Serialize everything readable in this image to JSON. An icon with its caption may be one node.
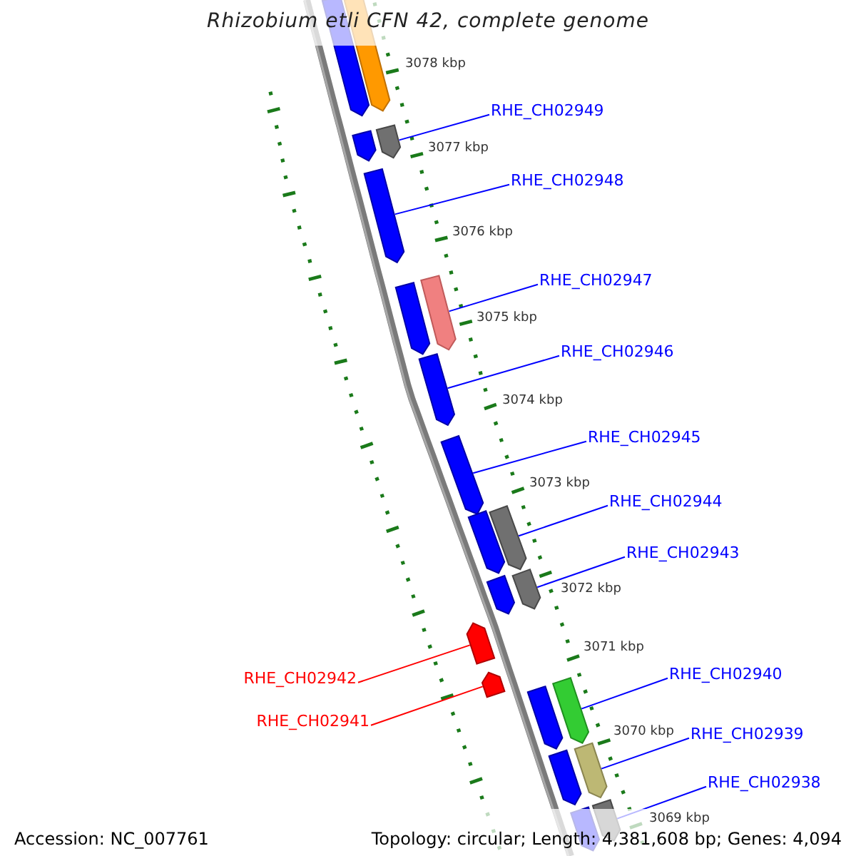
{
  "diagram": {
    "title": "Rhizobium etli CFN 42, complete genome",
    "nodes": [
      {
        "text": [
          "RHE_CH02949"
        ]
      },
      {
        "text": [],
        "shape": "arrow"
      },
      {
        "text": [
          "RHE_CH02948"
        ]
      },
      {
        "text": [],
        "shape": "arrow"
      },
      {
        "text": [
          "RHE_CH02947"
        ]
      },
      {
        "text": [],
        "shape": "arrow"
      },
      {
        "text": [
          "RHE_CH02946"
        ]
      },
      {
        "text": [],
        "shape": "arrow"
      },
      {
        "text": [
          "RHE_CH02945"
        ]
      },
      {
        "text": [],
        "shape": "arrow"
      },
      {
        "text": [
          "RHE_CH02944"
        ]
      },
      {
        "text": [],
        "shape": "arrow"
      },
      {
        "text": [
          "RHE_CH02943"
        ]
      },
      {
        "text": [],
        "shape": "arrow"
      },
      {
        "text": [
          "RHE_CH02942"
        ]
      },
      {
        "text": [],
        "shape": "arrow"
      },
      {
        "text": [
          "RHE_CH02941"
        ]
      },
      {
        "text": [],
        "shape": "arrow"
      },
      {
        "text": [
          "RHE_CH02940"
        ]
      },
      {
        "text": [],
        "shape": "arrow"
      },
      {
        "text": [
          "RHE_CH02939"
        ]
      },
      {
        "text": [],
        "shape": "arrow"
      },
      {
        "text": [
          "RHE_CH02938"
        ]
      },
      {
        "text": [],
        "shape": "arrow"
      },
      {
        "text": [],
        "shape": "arrow"
      },
      {
        "text": [],
        "shape": "arrow"
      },
      {
        "text": [],
        "shape": "arrow"
      },
      {
        "text": [],
        "shape": "arrow"
      },
      {
        "text": [],
        "shape": "arrow"
      },
      {
        "text": [],
        "shape": "arrow"
      },
      {
        "text": [],
        "shape": "arrow"
      },
      {
        "text": [],
        "shape": "arrow"
      },
      {
        "text": [],
        "shape": "arrow"
      }
    ],
    "edges": [
      {
        "from": 0,
        "to": 1,
        "arrow": "none"
      },
      {
        "from": 2,
        "to": 3,
        "arrow": "none"
      },
      {
        "from": 4,
        "to": 5,
        "arrow": "none"
      },
      {
        "from": 6,
        "to": 7,
        "arrow": "none"
      },
      {
        "from": 8,
        "to": 9,
        "arrow": "none"
      },
      {
        "from": 10,
        "to": 11,
        "arrow": "none"
      },
      {
        "from": 12,
        "to": 13,
        "arrow": "none"
      },
      {
        "from": 14,
        "to": 15,
        "arrow": "none",
        "color": "#ff0000"
      },
      {
        "from": 16,
        "to": 17,
        "arrow": "none",
        "color": "#ff0000"
      },
      {
        "from": 18,
        "to": 19,
        "arrow": "none"
      },
      {
        "from": 20,
        "to": 21,
        "arrow": "none"
      },
      {
        "from": 22,
        "to": 23,
        "arrow": "none"
      }
    ],
    "labels": [
      "3078 kbp",
      "3077 kbp",
      "3076 kbp",
      "3075 kbp",
      "3074 kbp",
      "3073 kbp",
      "3072 kbp",
      "3071 kbp",
      "3070 kbp",
      "3069 kbp",
      "Accession: NC_007761",
      "Topology: circular; Length: 4,381,608 bp; Genes: 4,094"
    ]
  }
}
